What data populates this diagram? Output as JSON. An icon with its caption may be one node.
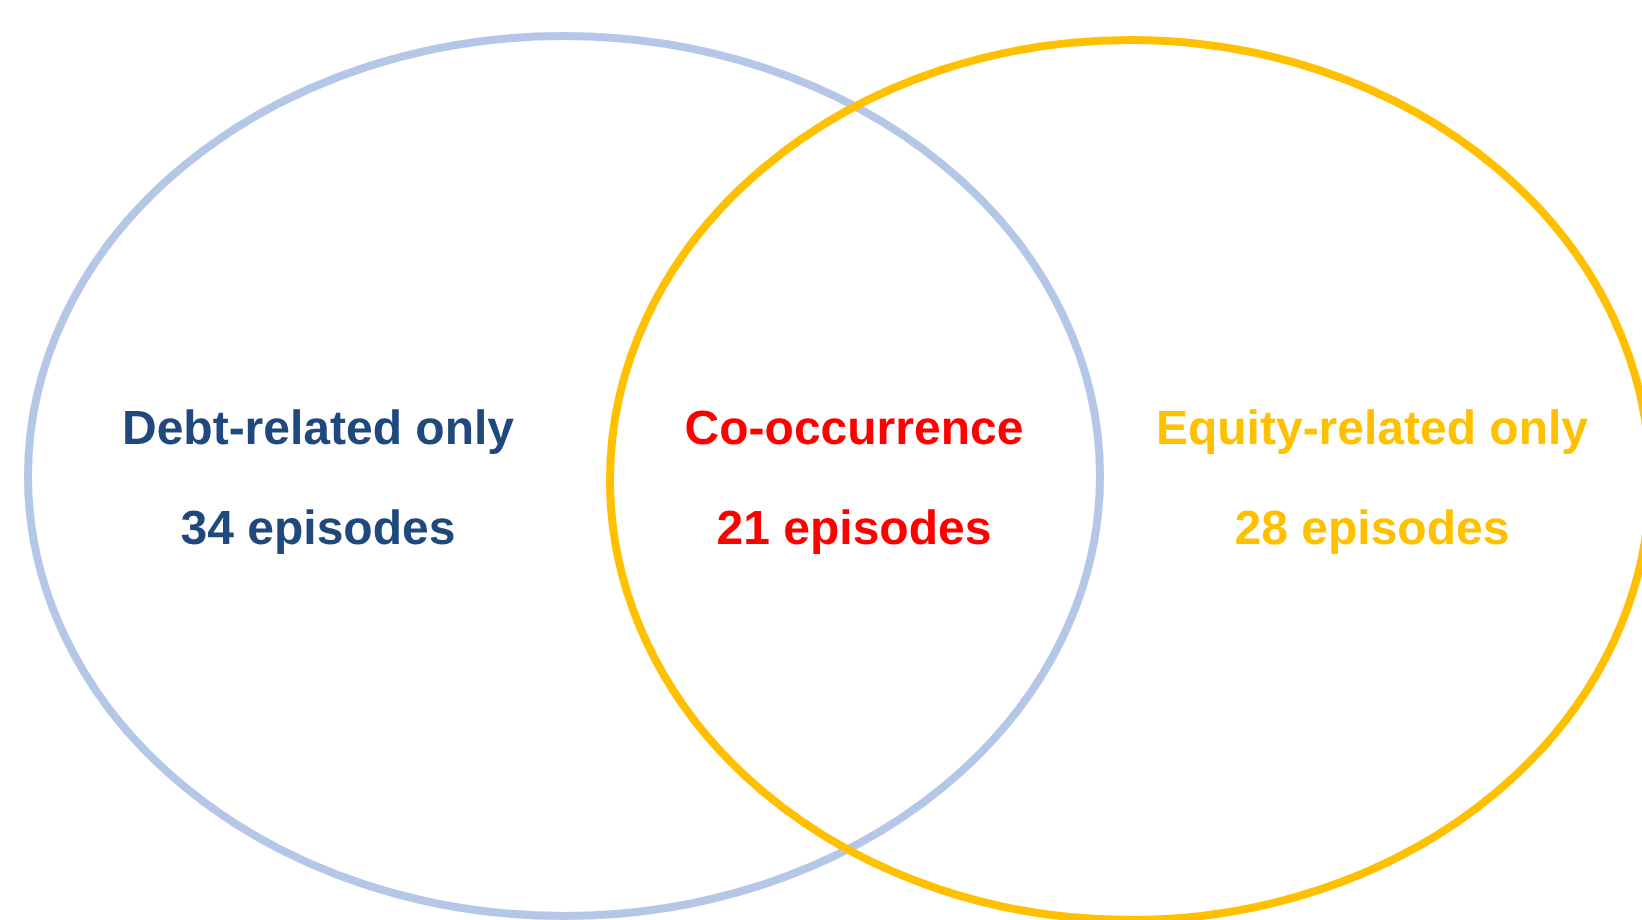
{
  "diagram": {
    "nodes": [
      {
        "text": [
          "Debt-related only",
          "34 episodes"
        ]
      },
      {
        "text": [
          "Equity-related only",
          "28 episodes"
        ]
      }
    ],
    "labels": [
      "Co-occurrence",
      "21 episodes"
    ]
  }
}
